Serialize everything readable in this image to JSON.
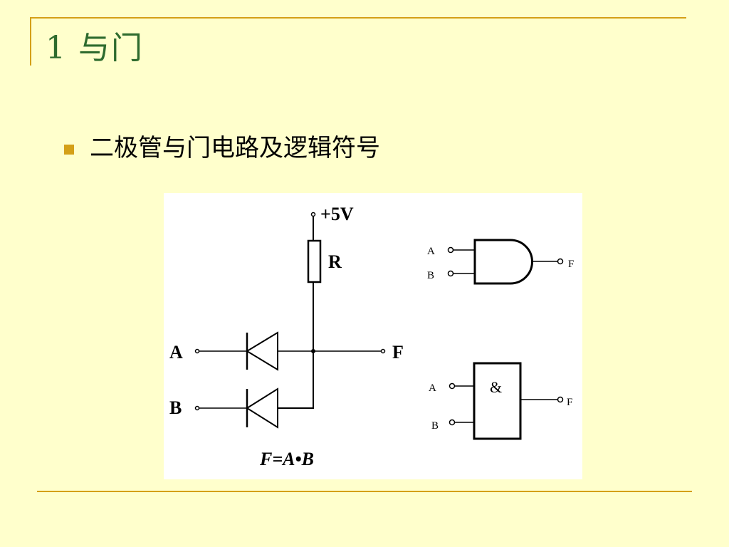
{
  "slide": {
    "title": "1 与门",
    "bullet": "二极管与门电路及逻辑符号"
  },
  "circuit": {
    "supply_label": "+5V",
    "resistor_label": "R",
    "input_a_label": "A",
    "input_b_label": "B",
    "output_label": "F",
    "formula": "F=A•B"
  },
  "and_gate_symbol": {
    "input_a_label": "A",
    "input_b_label": "B",
    "output_label": "F"
  },
  "iec_gate_symbol": {
    "input_a_label": "A",
    "input_b_label": "B",
    "output_label": "F",
    "gate_text": "&"
  },
  "colors": {
    "background": "#FFFFCC",
    "title": "#2E6B2E",
    "accent": "#D4A017"
  }
}
